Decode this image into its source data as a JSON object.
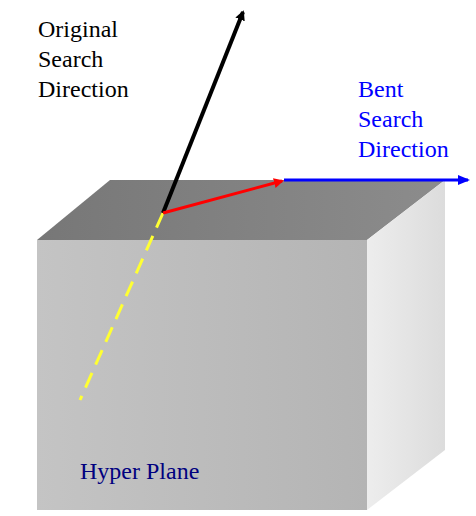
{
  "diagram": {
    "labels": [
      "Original Search Direction",
      "Bent Search Direction",
      "Hyper Plane"
    ]
  }
}
